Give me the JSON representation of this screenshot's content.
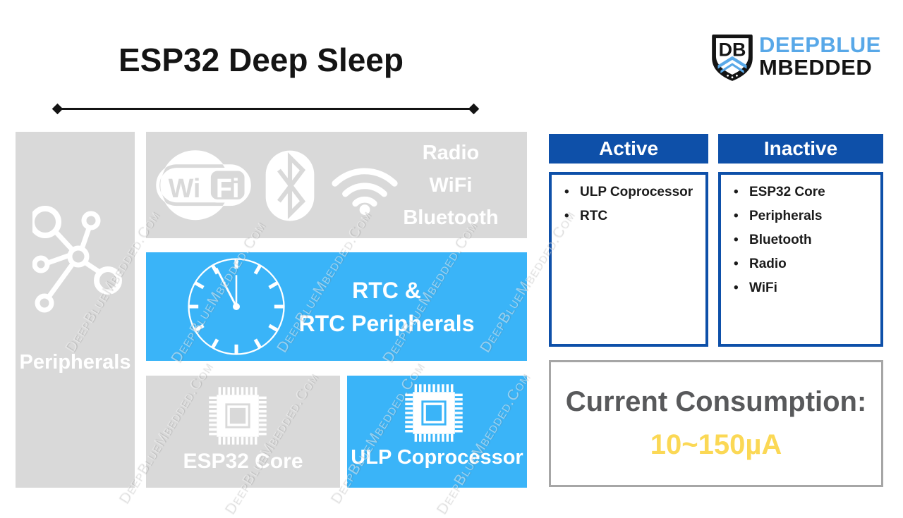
{
  "title": "ESP32 Deep Sleep",
  "logo": {
    "monogram": "DB",
    "name_top": "DEEPBLUE",
    "name_bottom": "MBEDDED"
  },
  "watermark": "DeepBlueMbedded.Com",
  "diagram": {
    "peripherals": {
      "label": "Peripherals"
    },
    "radio": {
      "line1": "Radio",
      "line2": "WiFi",
      "line3": "Bluetooth",
      "wifi_wi": "Wi",
      "wifi_fi": "Fi"
    },
    "rtc": {
      "line1": "RTC &",
      "line2": "RTC Peripherals"
    },
    "esp32_core": {
      "label": "ESP32 Core"
    },
    "ulp": {
      "label": "ULP Coprocessor"
    }
  },
  "panel": {
    "bullet": "•",
    "active": {
      "header": "Active",
      "items": [
        "ULP Coprocessor",
        "RTC"
      ]
    },
    "inactive": {
      "header": "Inactive",
      "items": [
        "ESP32 Core",
        "Peripherals",
        "Bluetooth",
        "Radio",
        "WiFi"
      ]
    },
    "consumption": {
      "label": "Current Consumption:",
      "value": "10~150µA"
    }
  },
  "icons": {
    "peripherals": "network-nodes-icon",
    "radio": [
      "wifi-brand-icon",
      "bluetooth-icon",
      "wifi-signal-icon"
    ],
    "rtc": "clock-icon",
    "cores": "chip-icon",
    "brand": "shield-icon"
  },
  "colors": {
    "block_gray": "#D9D9D9",
    "block_blue": "#3AB4F8",
    "header_blue": "#0E50A9",
    "accent_yellow": "#FBD855",
    "logo_blue": "#58A8E8",
    "consumption_gray": "#58595B"
  }
}
